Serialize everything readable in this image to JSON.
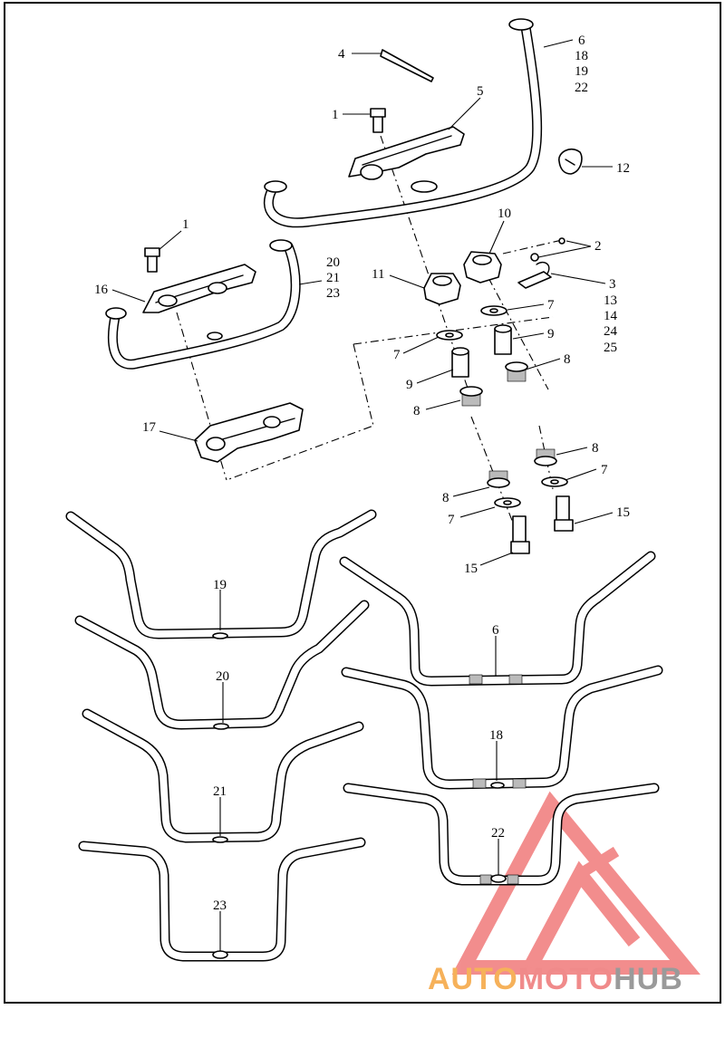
{
  "diagram": {
    "callouts": {
      "c1_top": "1",
      "c4": "4",
      "c5": "5",
      "c6": "6",
      "c18": "18",
      "c19": "19",
      "c22": "22",
      "c12": "12",
      "c1_left": "1",
      "c20": "20",
      "c21": "21",
      "c23": "23",
      "c16": "16",
      "c10": "10",
      "c2": "2",
      "c11": "11",
      "c3": "3",
      "c13": "13",
      "c14": "14",
      "c24": "24",
      "c25": "25",
      "c7_a": "7",
      "c9_a": "9",
      "c7_b": "7",
      "c9_b": "9",
      "c8_a": "8",
      "c8_b": "8",
      "c17": "17",
      "c8_c": "8",
      "c7_c": "7",
      "c8_d": "8",
      "c15_a": "15",
      "c7_d": "7",
      "c15_b": "15"
    },
    "bar_labels": {
      "bar19": "19",
      "bar20": "20",
      "bar21": "21",
      "bar23": "23",
      "bar6": "6",
      "bar18": "18",
      "bar22": "22"
    }
  },
  "watermark": {
    "part1": "AUTO",
    "part2": "MOTO",
    "part3": "HUB",
    "colors": {
      "auto": "#f6b15a",
      "moto": "#f08a8a",
      "hub": "#9a9a9a",
      "triangle": "#f07a7a"
    }
  }
}
